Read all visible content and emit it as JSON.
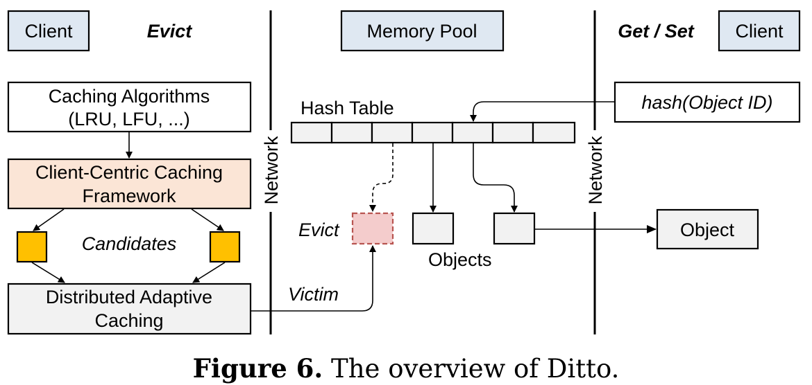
{
  "colors": {
    "client_box": "#dfe8f2",
    "framework_box": "#fbe5d6",
    "candidate_box": "#ffc000",
    "grey_box": "#f2f2f2",
    "evict_box": "#f4cccc",
    "evict_border": "#b85450"
  },
  "left": {
    "client": "Client",
    "heading": "Evict",
    "algorithms_line1": "Caching Algorithms",
    "algorithms_line2": "(LRU, LFU, ...)",
    "framework_line1": "Client-Centric Caching",
    "framework_line2": "Framework",
    "candidates": "Candidates",
    "adaptive_line1": "Distributed Adaptive",
    "adaptive_line2": "Caching"
  },
  "center": {
    "memory_pool": "Memory Pool",
    "hash_table": "Hash Table",
    "hash_slots": 7,
    "evict": "Evict",
    "objects": "Objects",
    "victim": "Victim"
  },
  "right": {
    "heading": "Get / Set",
    "client": "Client",
    "hash_fn": "hash(Object ID)",
    "object": "Object"
  },
  "network": "Network",
  "caption": {
    "label": "Figure 6.",
    "text": " The overview of Ditto."
  }
}
